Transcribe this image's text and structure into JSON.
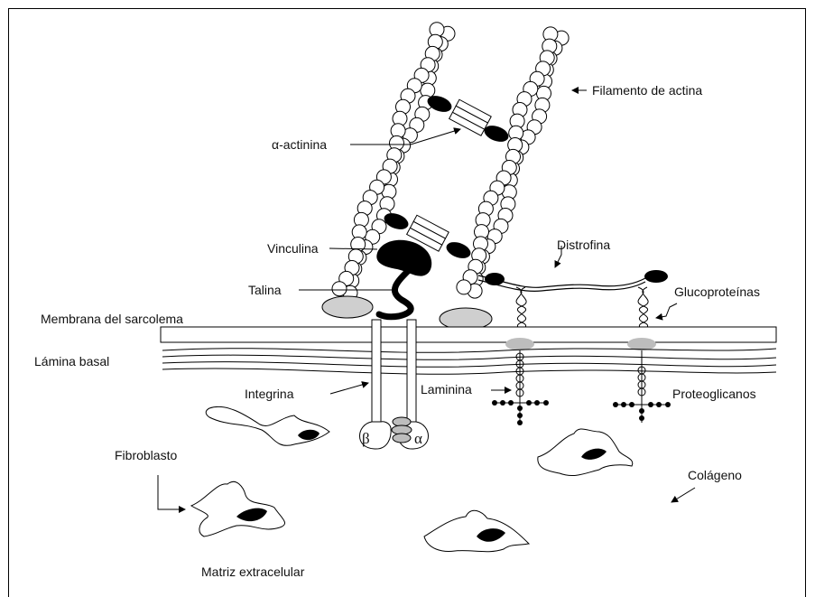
{
  "labels": {
    "actin_filament": "Filamento de actina",
    "alpha_actinin": "α-actinina",
    "vinculin": "Vinculina",
    "dystrophin": "Distrofina",
    "talin": "Talina",
    "glycoproteins": "Glucoproteínas",
    "sarcolemma": "Membrana del sarcolema",
    "basal_lamina": "Lámina basal",
    "integrin": "Integrina",
    "laminin": "Laminina",
    "proteoglycans": "Proteoglicanos",
    "fibroblast": "Fibroblasto",
    "collagen": "Colágeno",
    "extracellular_matrix": "Matriz extracelular",
    "beta": "β",
    "alpha": "α"
  },
  "colors": {
    "ink": "#000000",
    "membrane_fill": "#ffffff",
    "anchor_gray": "#cfcfcf",
    "glyco_gray": "#bdbdbd"
  }
}
